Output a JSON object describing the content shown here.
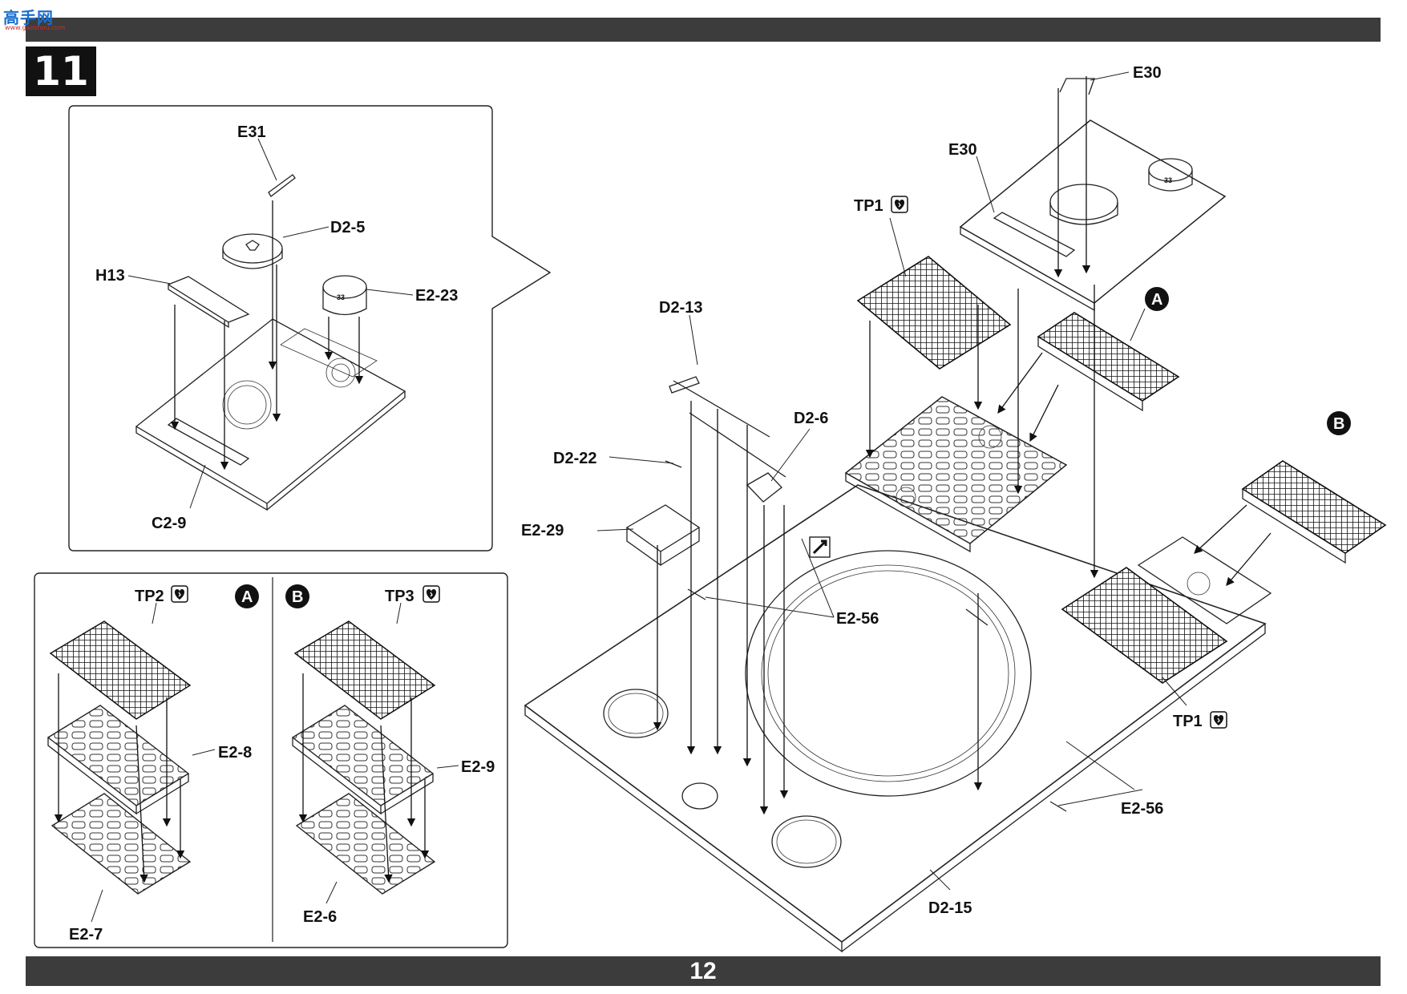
{
  "header": {
    "logo_main": "高手网",
    "logo_sub": "www.gaoshou.com"
  },
  "step_number": "11",
  "page_number": "12",
  "detail_callout": {
    "labels": [
      "E31",
      "D2-5",
      "H13",
      "E2-23",
      "C2-9"
    ],
    "dome_mark": "33"
  },
  "hatch_panel_A": {
    "badge": "A",
    "labels": [
      "TP2",
      "E2-8",
      "E2-7"
    ]
  },
  "hatch_panel_B": {
    "badge": "B",
    "labels": [
      "TP3",
      "E2-9",
      "E2-6"
    ]
  },
  "main_assembly": {
    "labels": [
      "E30",
      "E30",
      "TP1",
      "D2-13",
      "D2-6",
      "D2-22",
      "E2-29",
      "E2-56",
      "E2-56",
      "TP1",
      "D2-15"
    ],
    "badges": [
      "A",
      "B"
    ],
    "dome_mark": "33"
  },
  "icons": [
    "photo-etch-icon",
    "cement-icon"
  ]
}
